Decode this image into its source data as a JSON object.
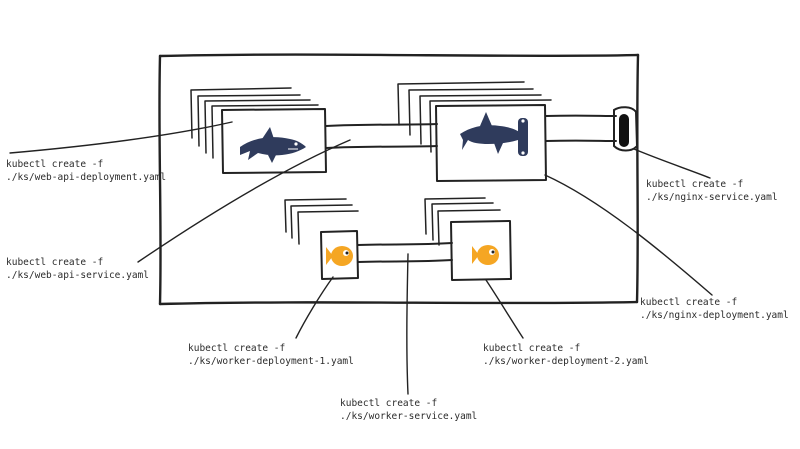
{
  "colors": {
    "ink": "#222222",
    "shark": "#2f3b5c",
    "fish": "#f5a623"
  },
  "icons": {
    "shark": "shark-icon",
    "hammerhead": "hammerhead-shark-icon",
    "fish": "goldfish-icon",
    "service_port": "service-port-icon"
  },
  "labels": {
    "web_api_deployment": {
      "line1": "kubectl create -f",
      "line2": "./ks/web-api-deployment.yaml"
    },
    "web_api_service": {
      "line1": "kubectl create -f",
      "line2": "./ks/web-api-service.yaml"
    },
    "nginx_service": {
      "line1": "kubectl create -f",
      "line2": "./ks/nginx-service.yaml"
    },
    "nginx_deployment": {
      "line1": "kubectl create -f",
      "line2": "./ks/nginx-deployment.yaml"
    },
    "worker_deployment_1": {
      "line1": "kubectl create -f",
      "line2": "./ks/worker-deployment-1.yaml"
    },
    "worker_deployment_2": {
      "line1": "kubectl create -f",
      "line2": "./ks/worker-deployment-2.yaml"
    },
    "worker_service": {
      "line1": "kubectl create -f",
      "line2": "./ks/worker-service.yaml"
    }
  }
}
